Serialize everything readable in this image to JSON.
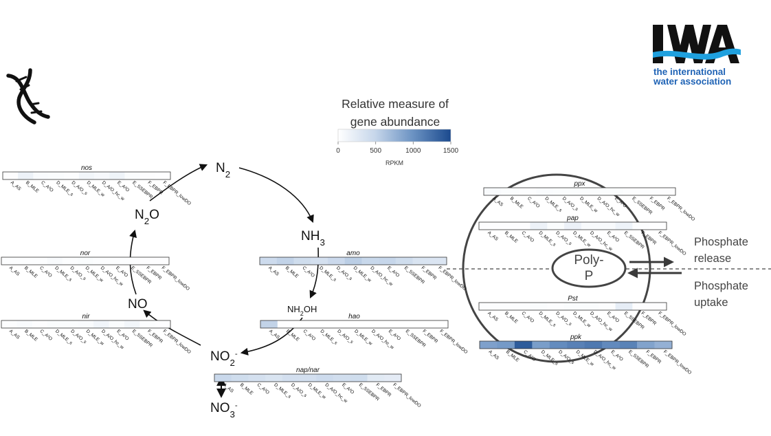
{
  "logo": {
    "mark": "IWA",
    "line1": "the international",
    "line2": "water association"
  },
  "legend": {
    "title_line1": "Relative measure of",
    "title_line2": "gene abundance",
    "ticks": [
      "0",
      "500",
      "1000",
      "1500"
    ],
    "unit": "RPKM",
    "min": 0,
    "max": 1500
  },
  "species": {
    "n2": "N2",
    "nh3": "NH3",
    "n2o": "N2O",
    "no": "NO",
    "nh2oh": "NH2OH",
    "no2": "NO2",
    "no3": "NO3",
    "polyp_line1": "Poly-",
    "polyp_line2": "P"
  },
  "annotations": {
    "release_line1": "Phosphate",
    "release_line2": "release",
    "uptake_line1": "Phosphate",
    "uptake_line2": "uptake"
  },
  "samples": [
    "A_AS",
    "B_MLE",
    "C_A²O",
    "D_MLE_s",
    "D_A/O_s",
    "D_MLE_w",
    "D_A/O_hc_w",
    "E_A²O",
    "E_SSEBPR",
    "F_EBPR",
    "F_EBPR_lowDO"
  ],
  "gene_heatmaps": [
    {
      "gene": "nos",
      "values": [
        20,
        160,
        50,
        40,
        30,
        110,
        70,
        140,
        40,
        20,
        10
      ]
    },
    {
      "gene": "nor",
      "values": [
        30,
        30,
        30,
        60,
        30,
        40,
        30,
        30,
        30,
        20,
        20
      ]
    },
    {
      "gene": "nir",
      "values": [
        30,
        50,
        20,
        40,
        40,
        50,
        120,
        40,
        110,
        30,
        10
      ]
    },
    {
      "gene": "amo",
      "values": [
        440,
        520,
        420,
        380,
        460,
        560,
        480,
        500,
        420,
        330,
        320
      ]
    },
    {
      "gene": "hao",
      "values": [
        520,
        10,
        0,
        0,
        0,
        0,
        0,
        0,
        0,
        0,
        0
      ]
    },
    {
      "gene": "nap/nar",
      "values": [
        470,
        420,
        380,
        330,
        390,
        390,
        440,
        400,
        420,
        260,
        240
      ]
    },
    {
      "gene": "ppx",
      "values": [
        60,
        40,
        30,
        50,
        40,
        40,
        40,
        40,
        30,
        30,
        20
      ]
    },
    {
      "gene": "pap",
      "values": [
        20,
        20,
        20,
        160,
        40,
        170,
        60,
        60,
        150,
        30,
        10
      ]
    },
    {
      "gene": "Pst",
      "values": [
        30,
        30,
        30,
        40,
        30,
        40,
        40,
        30,
        220,
        20,
        20
      ]
    },
    {
      "gene": "ppk",
      "values": [
        900,
        950,
        1380,
        920,
        1050,
        1120,
        1180,
        1060,
        1110,
        880,
        780
      ]
    }
  ]
}
